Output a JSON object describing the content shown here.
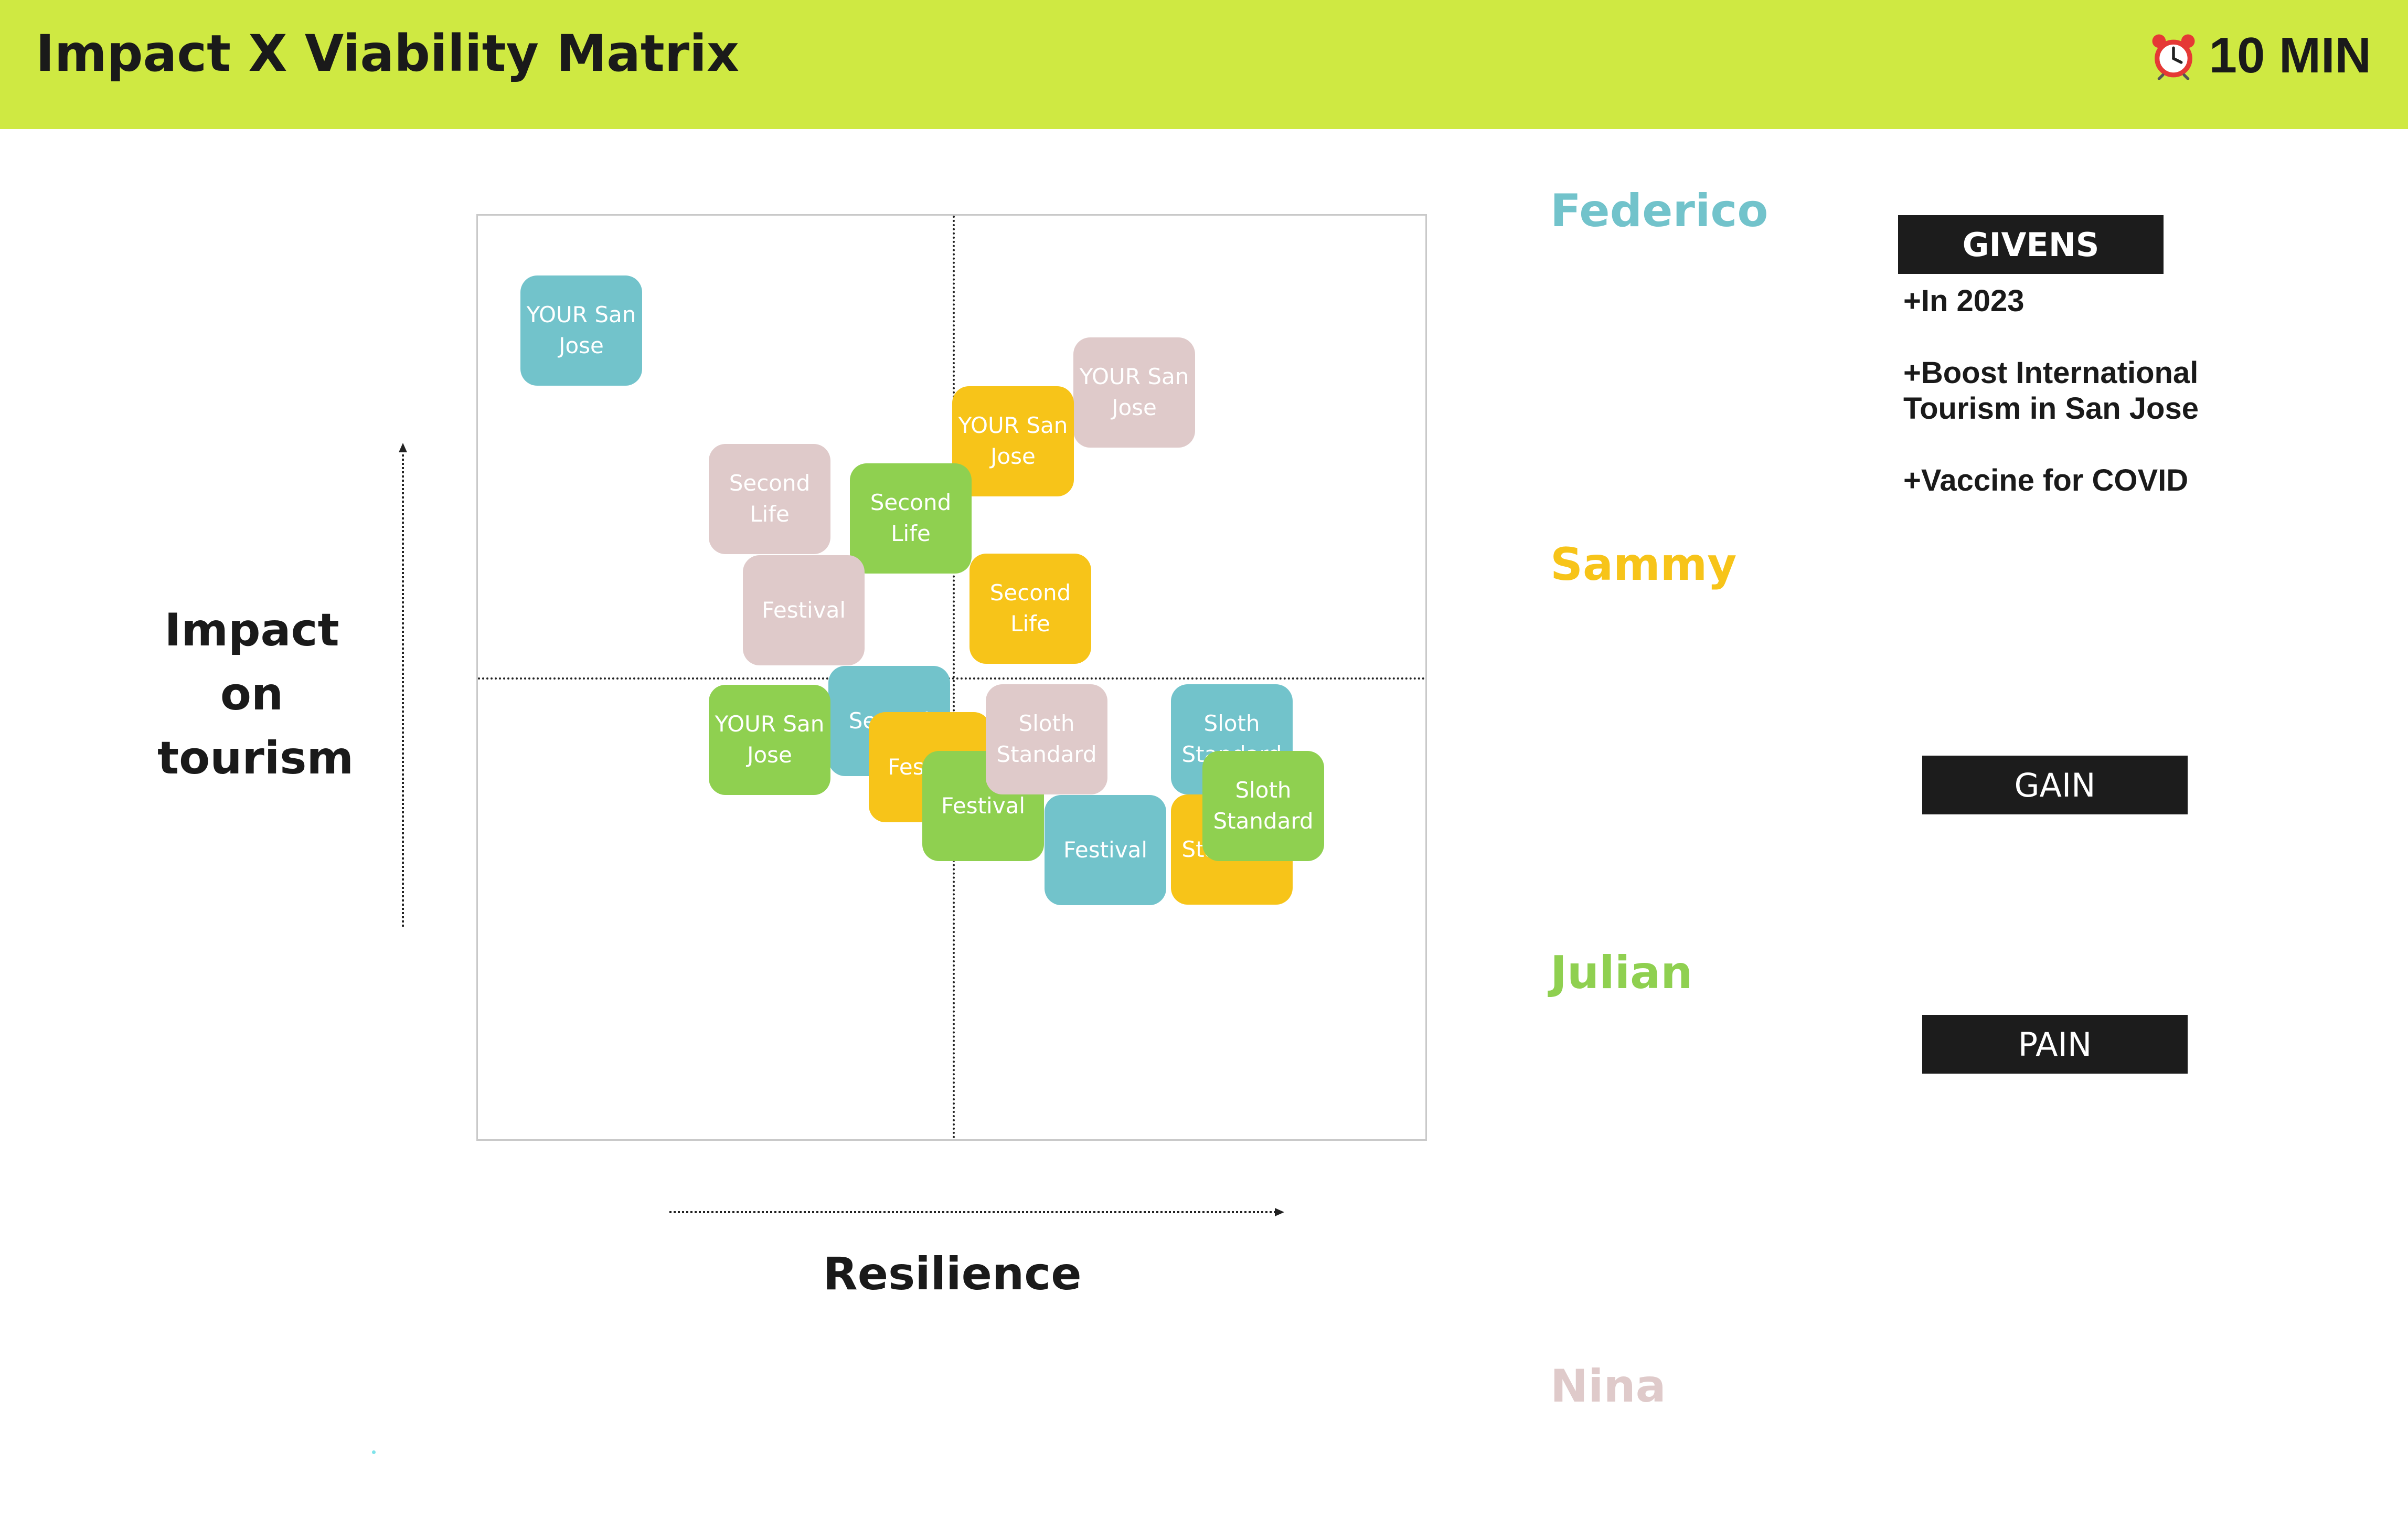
{
  "header": {
    "title": "Impact X Viability Matrix",
    "timer_icon": "alarm-clock-icon",
    "timer_text": "10 MIN",
    "background": "#cfe942"
  },
  "matrix": {
    "y_axis_label": "Impact\non\ntourism",
    "x_axis_label": "Resilience"
  },
  "colors": {
    "Federico": "#72c3cb",
    "Sammy": "#f7c419",
    "Julian": "#8fd050",
    "Nina": "#dfcaca"
  },
  "participants": [
    "Federico",
    "Sammy",
    "Julian",
    "Nina"
  ],
  "notes": [
    {
      "text": "YOUR San Jose",
      "owner": "Federico"
    },
    {
      "text": "YOUR San Jose",
      "owner": "Nina"
    },
    {
      "text": "YOUR San Jose",
      "owner": "Sammy"
    },
    {
      "text": "Second Life",
      "owner": "Nina"
    },
    {
      "text": "Second Life",
      "owner": "Julian"
    },
    {
      "text": "Festival",
      "owner": "Nina"
    },
    {
      "text": "Second Life",
      "owner": "Sammy"
    },
    {
      "text": "Second",
      "owner": "Federico"
    },
    {
      "text": "YOUR San Jose",
      "owner": "Julian"
    },
    {
      "text": "Sloth Standard",
      "owner": "Federico"
    },
    {
      "text": "Festival",
      "owner": "Sammy"
    },
    {
      "text": "Festival",
      "owner": "Julian"
    },
    {
      "text": "Sloth Standard",
      "owner": "Nina"
    },
    {
      "text": "Standard",
      "owner": "Sammy"
    },
    {
      "text": "Festival",
      "owner": "Federico"
    },
    {
      "text": "Sloth Standard",
      "owner": "Julian"
    }
  ],
  "givens": {
    "title": "GIVENS",
    "items": [
      "+In 2023",
      "+Boost International Tourism in San Jose",
      "+Vaccine for COVID"
    ]
  },
  "gain": {
    "title": "GAIN"
  },
  "pain": {
    "title": "PAIN"
  }
}
